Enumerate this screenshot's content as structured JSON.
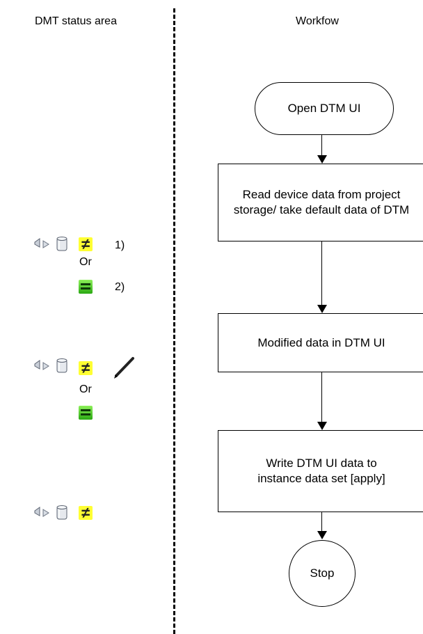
{
  "headers": {
    "left": "DMT status area",
    "right": "Workfow"
  },
  "workflow": {
    "start": "Open DTM UI",
    "step1": "Read device data from project storage/ take default data of DTM",
    "step2": "Modified data in DTM UI",
    "step3": "Write DTM UI data to instance data set [apply]",
    "end": "Stop"
  },
  "status": {
    "row1": {
      "note1": "1)",
      "or": "Or",
      "note2": "2)"
    },
    "row2": {
      "or": "Or"
    },
    "icons": [
      "connection-icon",
      "database-icon",
      "not-equal-icon",
      "equal-icon",
      "pencil-icon"
    ]
  },
  "colors": {
    "not_equal_badge": "#ffff33",
    "equal_badge": "#3cc21c"
  }
}
